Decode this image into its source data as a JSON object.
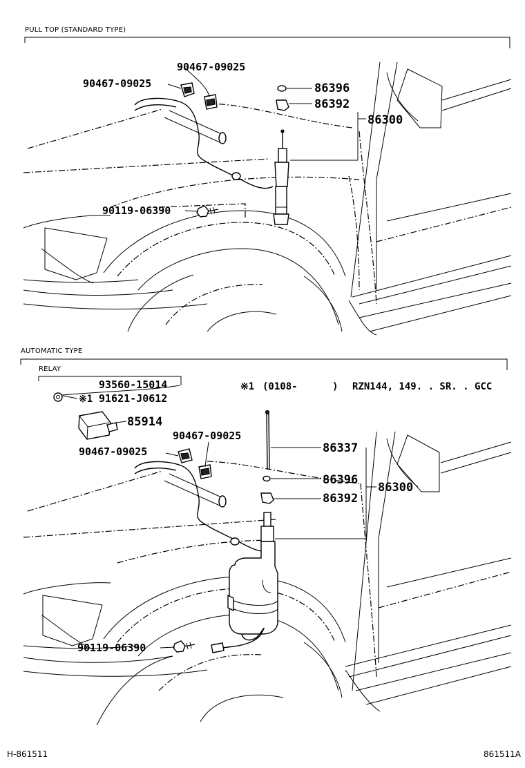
{
  "sections": {
    "standard": {
      "title": "PULL TOP (STANDARD TYPE)"
    },
    "automatic": {
      "title": "AUTOMATIC TYPE",
      "subgroup": "RELAY"
    }
  },
  "standard_labels": {
    "p90467_top": "90467-09025",
    "p90467_left": "90467-09025",
    "p86396": "86396",
    "p86392": "86392",
    "p86300": "86300",
    "p90119": "90119-06390"
  },
  "automatic_labels": {
    "p93560": "93560-15014",
    "p91621_mark": "※1",
    "p91621": "91621-J0612",
    "p85914": "85914",
    "p90467_right": "90467-09025",
    "p90467_left": "90467-09025",
    "p86337": "86337",
    "p86396": "86396",
    "p86392": "86392",
    "p86300": "86300",
    "p90119": "90119-06390"
  },
  "applicability_note": {
    "mark": "※1",
    "date_range": "(0108-      )",
    "models": "RZN144, 149. . SR. . GCC"
  },
  "footer": {
    "left_code": "H-861511",
    "right_code": "861511A"
  }
}
